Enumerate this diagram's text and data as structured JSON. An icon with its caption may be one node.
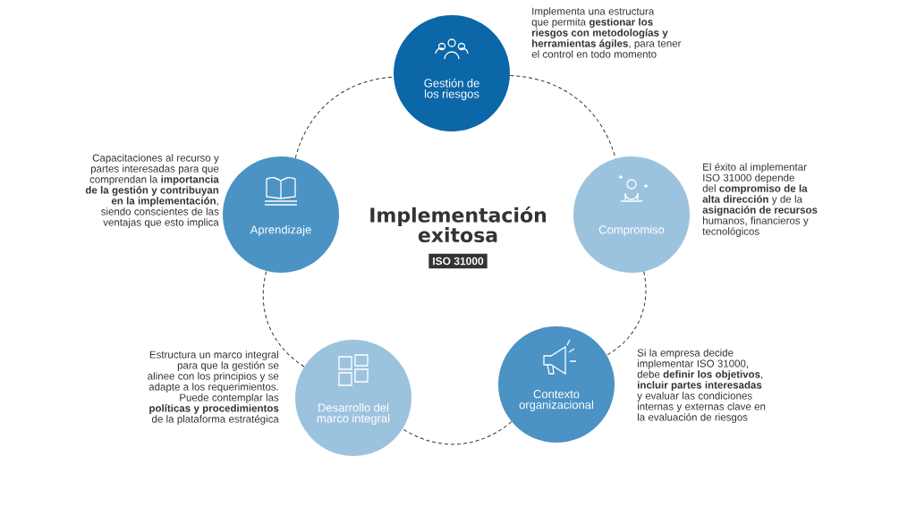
{
  "diagram": {
    "title": "Implementación exitosa",
    "nodes": [
      {
        "text": [
          "Gestión de los riesgos"
        ],
        "beside": [
          "Implementa una estructura que permita **gestionar los riesgos con metodologías y herramientas ágiles**, para tener el control en todo momento"
        ]
      },
      {
        "text": [
          "Compromiso"
        ],
        "beside": [
          "El éxito al implementar ISO 31000 depende del **compromiso de la alta dirección** y de la **asignación de recursos** humanos, financieros y tecnológicos"
        ]
      },
      {
        "text": [
          "Contexto organizacional"
        ],
        "beside": [
          "Si la empresa decide implementar ISO 31000, debe **definir los objetivos**, **incluir partes interesadas** y evaluar las condiciones internas y externas clave en la evaluación de riesgos"
        ]
      },
      {
        "text": [
          "Desarrollo del marco integral"
        ],
        "beside": [
          "Estructura un marco integral para que la gestión se alinee con los principios y se adapte a los requerimientos. Puede contemplar las **políticas y procedimientos** de la plataforma estratégica"
        ]
      },
      {
        "text": [
          "Aprendizaje"
        ],
        "beside": [
          "Capacitaciones al recurso y partes interesadas para que comprendan la **importancia de la gestión y contribuyan en la implementación**, siendo conscientes de las ventajas que esto implica"
        ]
      }
    ],
    "edges": [
      {
        "from": 0,
        "to": 1,
        "arrow": "none",
        "style": "dashed"
      },
      {
        "from": 1,
        "to": 2,
        "arrow": "none",
        "style": "dashed"
      },
      {
        "from": 2,
        "to": 3,
        "arrow": "none",
        "style": "dashed"
      },
      {
        "from": 3,
        "to": 4,
        "arrow": "none",
        "style": "dashed"
      },
      {
        "from": 4,
        "to": 0,
        "arrow": "none",
        "style": "dashed"
      }
    ],
    "labels": [
      "ISO 31000"
    ]
  }
}
